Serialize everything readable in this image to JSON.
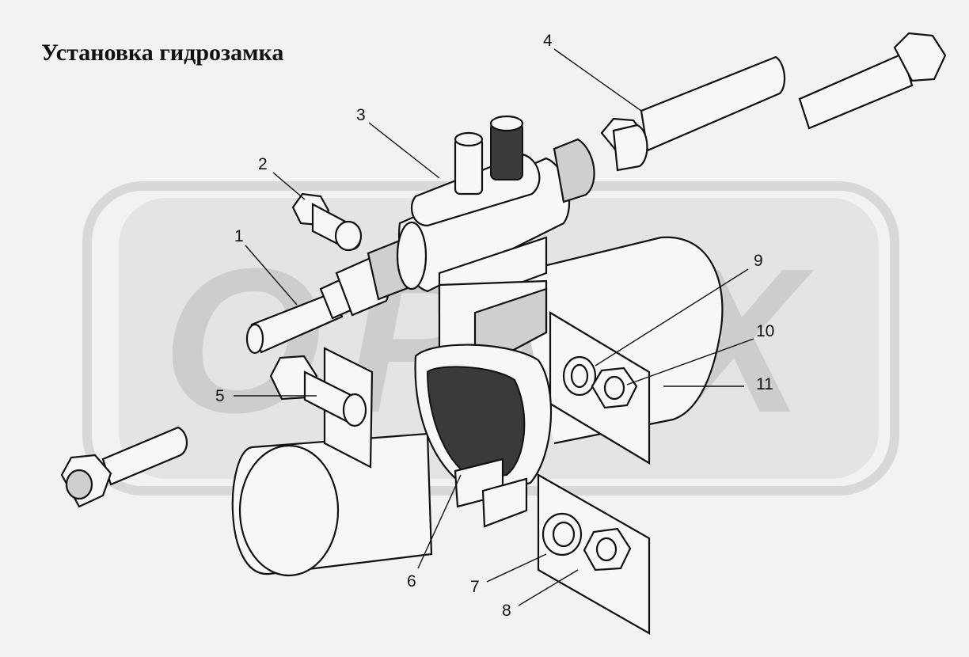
{
  "title": "Установка гидрозамка",
  "callouts": [
    {
      "id": "c1",
      "text": "1"
    },
    {
      "id": "c2",
      "text": "2"
    },
    {
      "id": "c3",
      "text": "3"
    },
    {
      "id": "c4",
      "text": "4"
    },
    {
      "id": "c5",
      "text": "5"
    },
    {
      "id": "c6",
      "text": "6"
    },
    {
      "id": "c7",
      "text": "7"
    },
    {
      "id": "c8",
      "text": "8"
    },
    {
      "id": "c9",
      "text": "9"
    },
    {
      "id": "c10",
      "text": "10"
    },
    {
      "id": "c11",
      "text": "11"
    }
  ],
  "watermark": {
    "text": "OPEX"
  }
}
